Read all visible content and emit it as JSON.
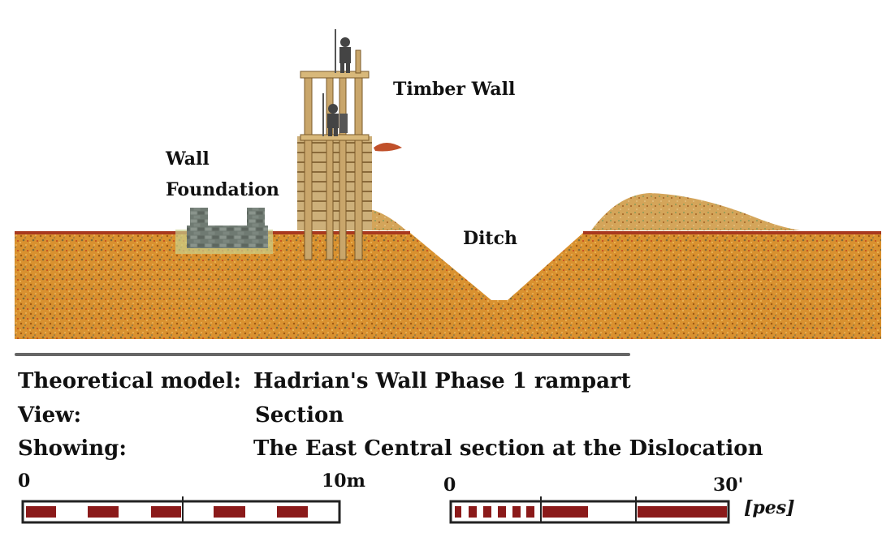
{
  "diagram": {
    "labels": {
      "timber_wall": "Timber Wall",
      "wall_foundation_line1": "Wall",
      "wall_foundation_line2": "Foundation",
      "ditch": "Ditch"
    }
  },
  "info": {
    "model_key": "Theoretical model:",
    "model_value": "Hadrian's Wall Phase 1 rampart",
    "view_key": "View:",
    "view_value": "Section",
    "showing_key": "Showing:",
    "showing_value": "The East Central section at the Dislocation"
  },
  "scales": {
    "metric": {
      "start": "0",
      "end": "10m"
    },
    "roman": {
      "start": "0",
      "end": "30'",
      "unit": "[pes]"
    }
  },
  "colors": {
    "soil": "#d98f2e",
    "soil_dark": "#b36a1a",
    "bar_red": "#8b1a1a",
    "timber": "#c9a66b",
    "stone": "#7a7f7a"
  }
}
